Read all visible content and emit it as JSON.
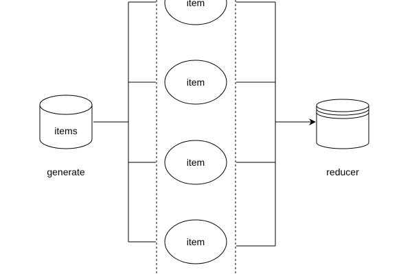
{
  "diagram": {
    "source": {
      "shape": "cylinder",
      "text": "items",
      "caption": "generate"
    },
    "parallel_items": [
      {
        "shape": "ellipse",
        "text": "item"
      },
      {
        "shape": "ellipse",
        "text": "item"
      },
      {
        "shape": "ellipse",
        "text": "item"
      },
      {
        "shape": "ellipse",
        "text": "item"
      }
    ],
    "sink": {
      "shape": "stacked-cylinder",
      "caption": "reducer"
    },
    "lane_border_style": "dashed",
    "connector_color": "#000000"
  }
}
